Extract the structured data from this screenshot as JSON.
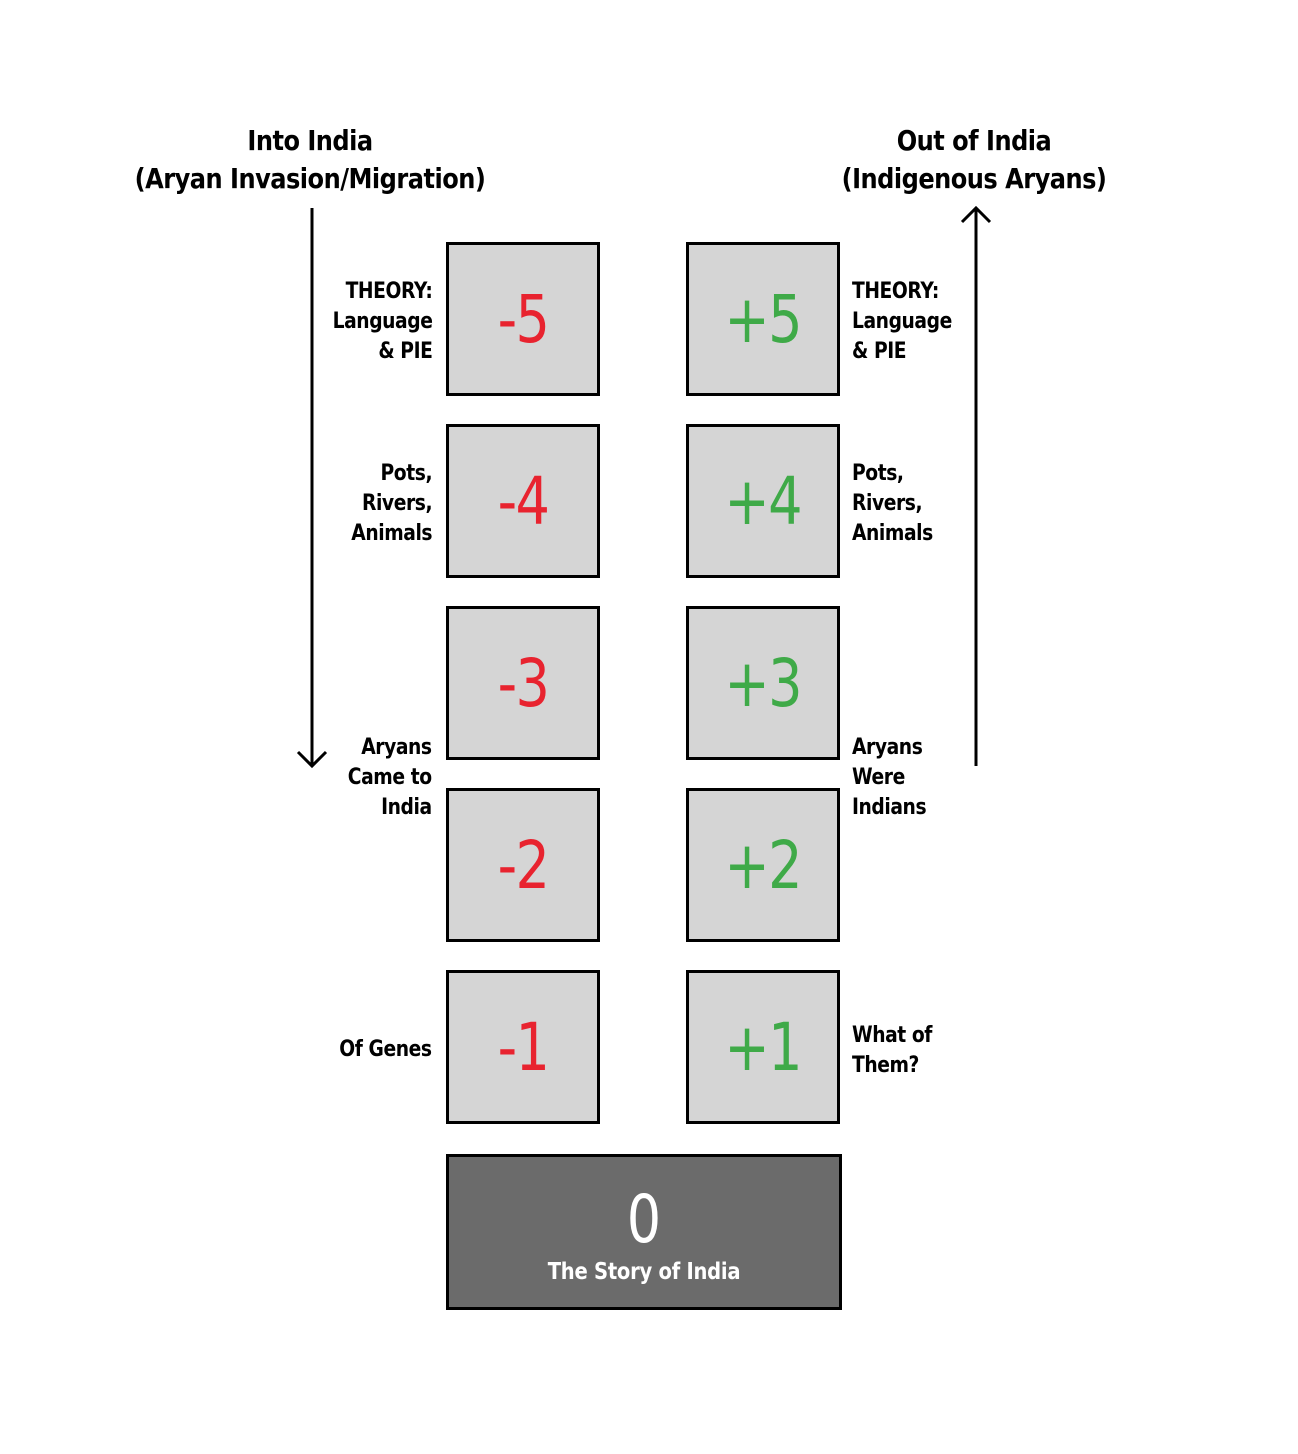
{
  "headings": {
    "left": {
      "line1": "Into India",
      "line2": "(Aryan Invasion/Migration)"
    },
    "right": {
      "line1": "Out of India",
      "line2": "(Indigenous Aryans)"
    }
  },
  "left_column": {
    "boxes": [
      "-5",
      "-4",
      "-3",
      "-2",
      "-1"
    ],
    "color": "#e8232f"
  },
  "right_column": {
    "boxes": [
      "+5",
      "+4",
      "+3",
      "+2",
      "+1"
    ],
    "color": "#3faa48"
  },
  "left_labels": [
    {
      "lines": [
        "THEORY:",
        "Language",
        "& PIE"
      ]
    },
    {
      "lines": [
        "Pots,",
        "Rivers,",
        "Animals"
      ]
    },
    {
      "lines": [
        "Aryans",
        "Came to",
        "India"
      ]
    },
    {
      "lines": [
        "Of Genes"
      ]
    }
  ],
  "right_labels": [
    {
      "lines": [
        "THEORY:",
        "Language",
        "& PIE"
      ]
    },
    {
      "lines": [
        "Pots,",
        "Rivers,",
        "Animals"
      ]
    },
    {
      "lines": [
        "Aryans",
        "Were",
        "Indians"
      ]
    },
    {
      "lines": [
        "What of",
        "Them?"
      ]
    }
  ],
  "origin": {
    "number": "0",
    "caption": "The Story of India"
  },
  "arrows": {
    "left_direction": "down",
    "right_direction": "up"
  }
}
